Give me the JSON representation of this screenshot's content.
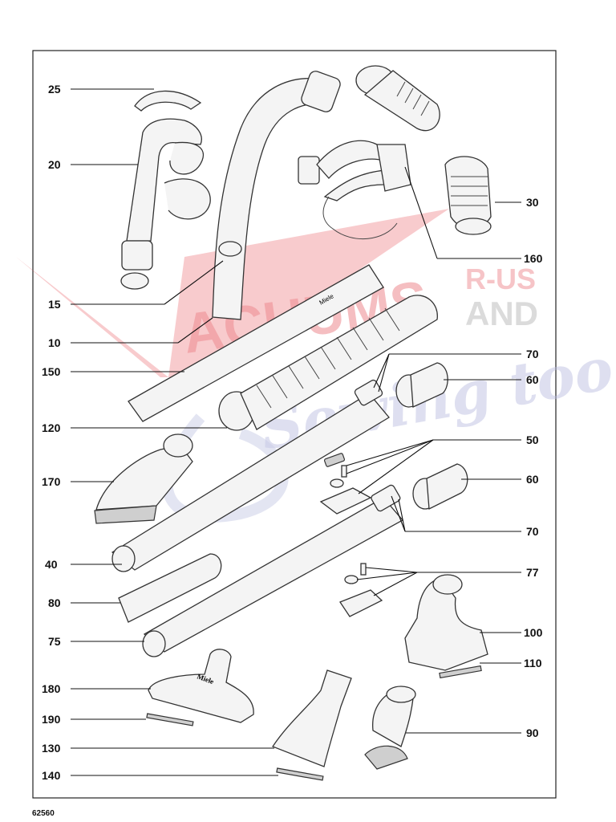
{
  "watermark": {
    "line1": "ACUUMS",
    "line2": "R-US",
    "line3": "AND",
    "line4": "Sewing too",
    "colors": {
      "red": "#e8636b",
      "gray": "#b9b9b9",
      "blue": "#b6b9de"
    }
  },
  "parts": [
    {
      "id": "25",
      "label": "25"
    },
    {
      "id": "20",
      "label": "20"
    },
    {
      "id": "15",
      "label": "15"
    },
    {
      "id": "10",
      "label": "10"
    },
    {
      "id": "150",
      "label": "150"
    },
    {
      "id": "120",
      "label": "120"
    },
    {
      "id": "170",
      "label": "170"
    },
    {
      "id": "40",
      "label": "40"
    },
    {
      "id": "80",
      "label": "80"
    },
    {
      "id": "75",
      "label": "75"
    },
    {
      "id": "180",
      "label": "180"
    },
    {
      "id": "190",
      "label": "190"
    },
    {
      "id": "130",
      "label": "130"
    },
    {
      "id": "140",
      "label": "140"
    },
    {
      "id": "30",
      "label": "30"
    },
    {
      "id": "160",
      "label": "160"
    },
    {
      "id": "70a",
      "label": "70"
    },
    {
      "id": "60a",
      "label": "60"
    },
    {
      "id": "50",
      "label": "50"
    },
    {
      "id": "60b",
      "label": "60"
    },
    {
      "id": "70b",
      "label": "70"
    },
    {
      "id": "77",
      "label": "77"
    },
    {
      "id": "100",
      "label": "100"
    },
    {
      "id": "110",
      "label": "110"
    },
    {
      "id": "90",
      "label": "90"
    }
  ],
  "brand_marks": {
    "tube": "Miele",
    "tool": "Miele"
  },
  "footer_code": "62560"
}
